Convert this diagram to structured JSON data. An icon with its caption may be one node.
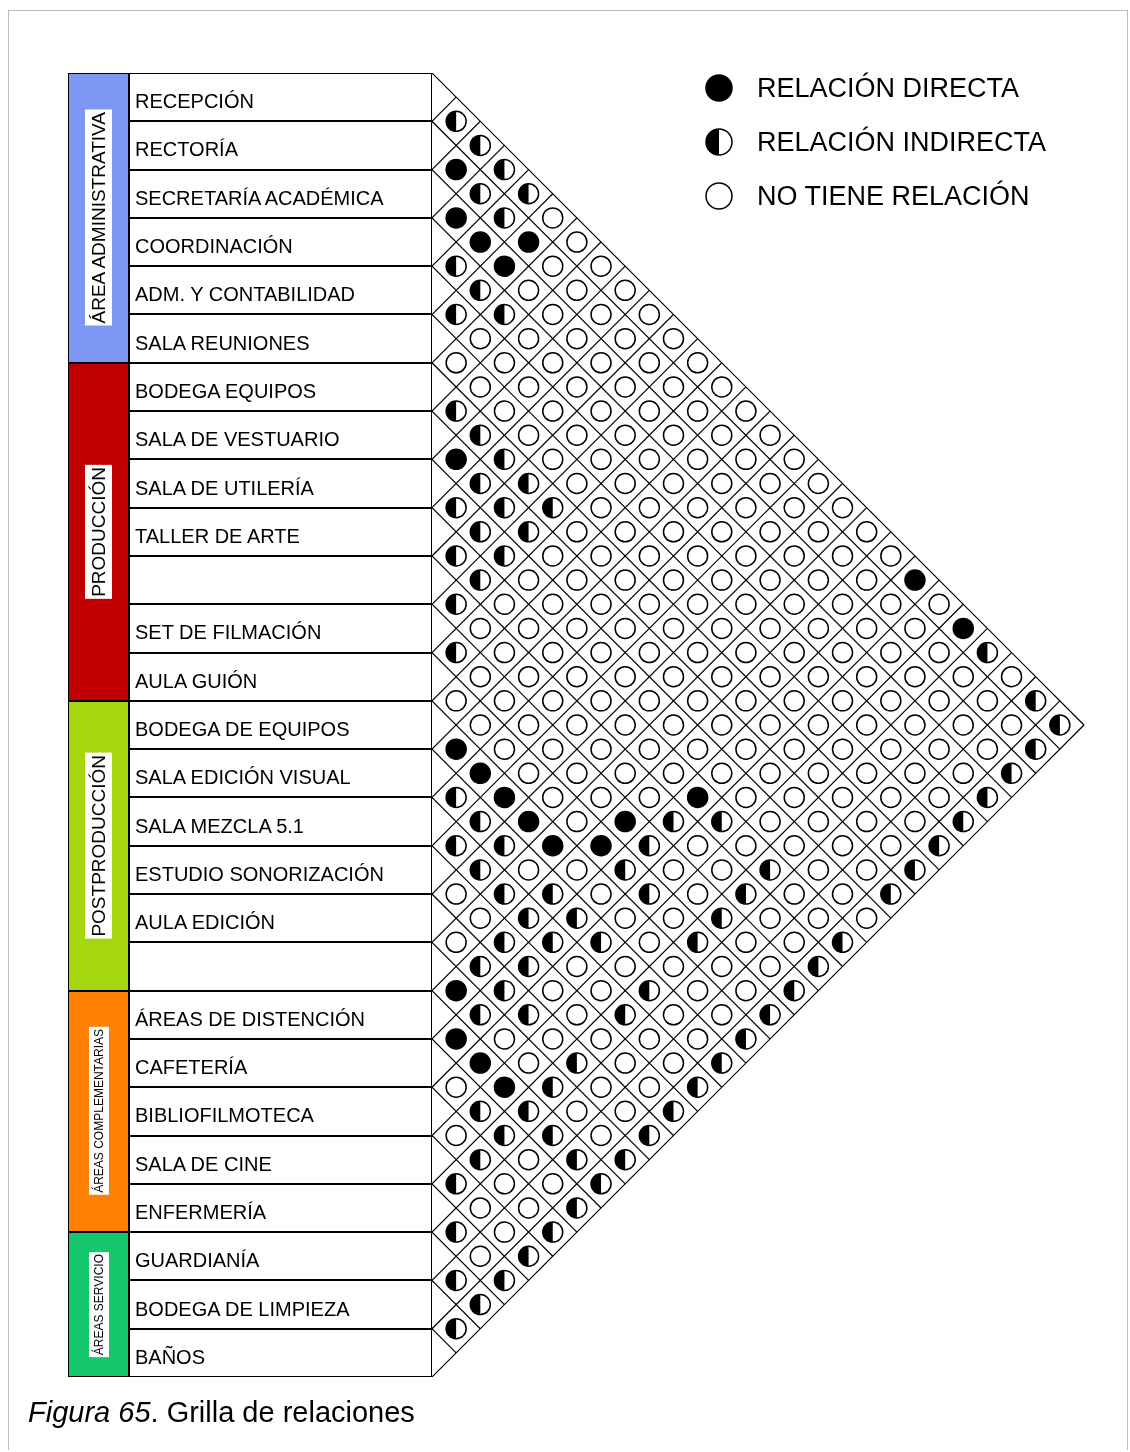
{
  "diagram": {
    "caption": "*Figura 65*. Grilla de relaciones",
    "nodes": [
      {
        "text": [
          "ÁREA ADMINISTRATIVA"
        ]
      },
      {
        "text": [
          "RECEPCIÓN"
        ]
      },
      {
        "text": [
          "RECTORÍA"
        ]
      },
      {
        "text": [
          "SECRETARÍA ACADÉMICA"
        ]
      },
      {
        "text": [
          "COORDINACIÓN"
        ]
      },
      {
        "text": [
          "ADM. Y CONTABILIDAD"
        ]
      },
      {
        "text": [
          "SALA REUNIONES"
        ]
      },
      {
        "text": [
          "PRODUCCIÓN"
        ]
      },
      {
        "text": [
          "BODEGA EQUIPOS"
        ]
      },
      {
        "text": [
          "SALA DE VESTUARIO"
        ]
      },
      {
        "text": [
          "SALA DE UTILERÍA"
        ]
      },
      {
        "text": [
          "TALLER DE ARTE"
        ]
      },
      {
        "text": [],
        "shape": "box"
      },
      {
        "text": [
          "SET DE FILMACIÓN"
        ]
      },
      {
        "text": [
          "AULA GUIÓN"
        ]
      },
      {
        "text": [
          "POSTPRODUCCIÓN"
        ]
      },
      {
        "text": [
          "BODEGA DE EQUIPOS"
        ]
      },
      {
        "text": [
          "SALA EDICIÓN VISUAL"
        ]
      },
      {
        "text": [
          "SALA MEZCLA 5.1"
        ]
      },
      {
        "text": [
          "ESTUDIO SONORIZACIÓN"
        ]
      },
      {
        "text": [
          "AULA EDICIÓN"
        ]
      },
      {
        "text": [],
        "shape": "box"
      },
      {
        "text": [
          "ÁREAS COMPLEMENTARIAS"
        ]
      },
      {
        "text": [
          "ÁREAS DE DISTENCIÓN"
        ]
      },
      {
        "text": [
          "CAFETERÍA"
        ]
      },
      {
        "text": [
          "BIBLIOFILMOTECA"
        ]
      },
      {
        "text": [
          "SALA DE CINE"
        ]
      },
      {
        "text": [
          "ENFERMERÍA"
        ]
      },
      {
        "text": [
          "ÁREAS SERVICIO"
        ]
      },
      {
        "text": [
          "GUARDIANÍA"
        ]
      },
      {
        "text": [
          "BODEGA DE LIMPIEZA"
        ]
      },
      {
        "text": [
          "BAÑOS"
        ]
      }
    ],
    "legend": [
      {
        "text": "RELACIÓN DIRECTA"
      },
      {
        "text": "RELACIÓN INDIRECTA"
      },
      {
        "text": "NO TIENE RELACIÓN"
      }
    ]
  }
}
